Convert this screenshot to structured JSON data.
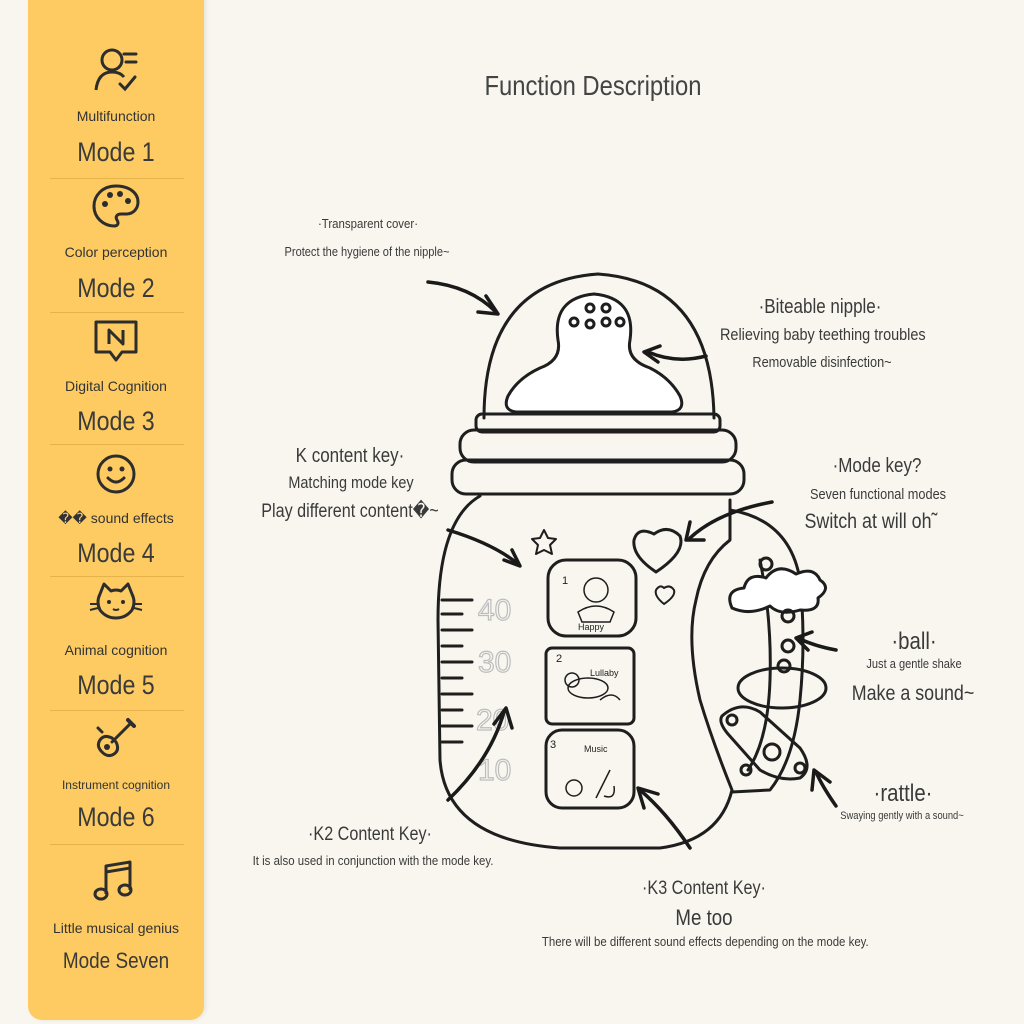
{
  "page_title": "Function Description",
  "modes": [
    {
      "desc": "Multifunction",
      "title": "Mode 1",
      "icon": "user-check-icon"
    },
    {
      "desc": "Color perception",
      "title": "Mode 2",
      "icon": "palette-icon"
    },
    {
      "desc": "Digital Cognition",
      "title": "Mode 3",
      "icon": "letter-n-bubble-icon"
    },
    {
      "desc": "�� sound effects",
      "title": "Mode 4",
      "icon": "smiley-icon"
    },
    {
      "desc": "Animal cognition",
      "title": "Mode 5",
      "icon": "cat-icon"
    },
    {
      "desc": "Instrument cognition",
      "title": "Mode 6",
      "icon": "guitar-icon"
    },
    {
      "desc": "Little musical genius",
      "title": "Mode Seven",
      "icon": "music-note-icon"
    }
  ],
  "callouts": {
    "cover_title": "·Transparent cover·",
    "cover_desc": "Protect the hygiene of the nipple~",
    "nipple_title": "·Biteable nipple·",
    "nipple_desc1": "Relieving baby teething troubles",
    "nipple_desc2": "Removable disinfection~",
    "k_title": "K content key·",
    "k_desc1": "Matching mode key",
    "k_desc2": "Play different content�~",
    "mode_title": "·Mode key?",
    "mode_desc1": "Seven functional modes",
    "mode_desc2": "Switch at will oh˜",
    "ball_title": "·ball·",
    "ball_desc1": "Just a gentle shake",
    "ball_desc2": "Make a sound~",
    "rattle_title": "·rattle·",
    "rattle_desc": "Swaying gently with a sound~",
    "k2_title": "·K2 Content Key·",
    "k2_desc": "It is also used in conjunction with the mode key.",
    "k3_title": "·K3 Content Key·",
    "k3_desc1": "Me too",
    "k3_desc2": "There will be different sound effects depending on the mode key."
  },
  "bottle": {
    "scale_marks": [
      "40",
      "30",
      "20",
      "10"
    ],
    "panel_numbers": [
      "1",
      "2",
      "3"
    ],
    "panel_labels": [
      "Happy",
      "Lullaby",
      "Music"
    ]
  }
}
